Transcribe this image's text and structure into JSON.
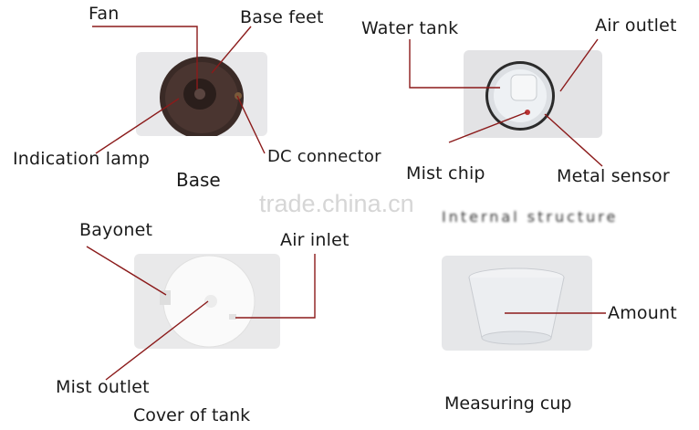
{
  "watermark": "trade.china.cn",
  "colors": {
    "leader_line": "#8b1a1a",
    "panel_bg": "#e9e9ea",
    "text": "#1a1a1a"
  },
  "panels": {
    "base": {
      "caption": "Base",
      "labels": {
        "fan": "Fan",
        "base_feet": "Base feet",
        "indication_lamp": "Indication lamp",
        "dc_connector": "DC connector"
      }
    },
    "internal": {
      "caption_blurred": "Internal structure",
      "labels": {
        "water_tank": "Water tank",
        "air_outlet": "Air outlet",
        "mist_chip": "Mist chip",
        "metal_sensor": "Metal sensor"
      }
    },
    "cover": {
      "caption": "Cover of tank",
      "labels": {
        "bayonet": "Bayonet",
        "air_inlet": "Air inlet",
        "mist_outlet": "Mist outlet"
      }
    },
    "cup": {
      "caption": "Measuring cup",
      "labels": {
        "amount": "Amount"
      }
    }
  }
}
